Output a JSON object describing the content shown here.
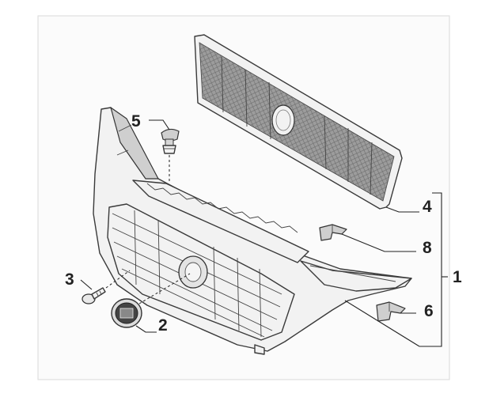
{
  "callouts": [
    {
      "id": "grille-assembly",
      "label": "1"
    },
    {
      "id": "emblem",
      "label": "2"
    },
    {
      "id": "screw",
      "label": "3"
    },
    {
      "id": "mesh-insert",
      "label": "4"
    },
    {
      "id": "clip-top",
      "label": "5"
    },
    {
      "id": "bracket-right",
      "label": "6"
    },
    {
      "id": "bracket-left",
      "label": "8"
    }
  ]
}
